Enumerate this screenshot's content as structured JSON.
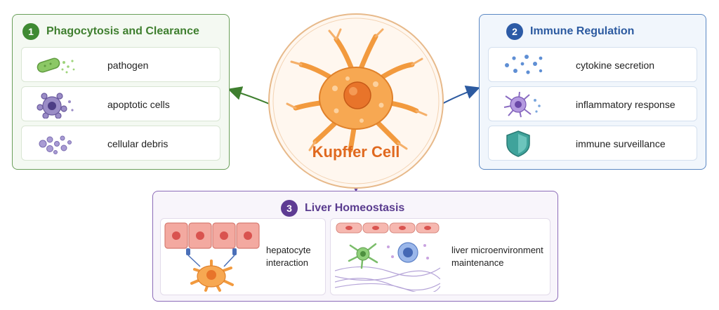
{
  "center": {
    "title": "Kupffer Cell"
  },
  "panels": {
    "phagocytosis": {
      "number": "1",
      "title": "Phagocytosis and Clearance",
      "items": [
        {
          "label": "pathogen",
          "icon": "bacterium-icon"
        },
        {
          "label": "apoptotic cells",
          "icon": "apoptotic-cell-icon"
        },
        {
          "label": "cellular debris",
          "icon": "debris-icon"
        }
      ]
    },
    "immune": {
      "number": "2",
      "title": "Immune Regulation",
      "items": [
        {
          "label": "cytokine secretion",
          "icon": "cytokine-dots-icon"
        },
        {
          "label": "inflammatory response",
          "icon": "inflammatory-cell-icon"
        },
        {
          "label": "immune surveillance",
          "icon": "shield-icon"
        }
      ]
    },
    "homeostasis": {
      "number": "3",
      "title": "Liver Homeostasis",
      "items": [
        {
          "label_line1": "hepatocyte",
          "label_line2": "interaction",
          "icon": "hepatocyte-interaction-icon"
        },
        {
          "label_line1": "liver microenvironment",
          "label_line2": "maintenance",
          "icon": "microenvironment-icon"
        }
      ]
    }
  },
  "colors": {
    "green": "#3f8a33",
    "blue": "#2d5ba6",
    "purple": "#5e3b93",
    "cell_orange": "#f4a04a",
    "title_orange": "#e0691f"
  }
}
